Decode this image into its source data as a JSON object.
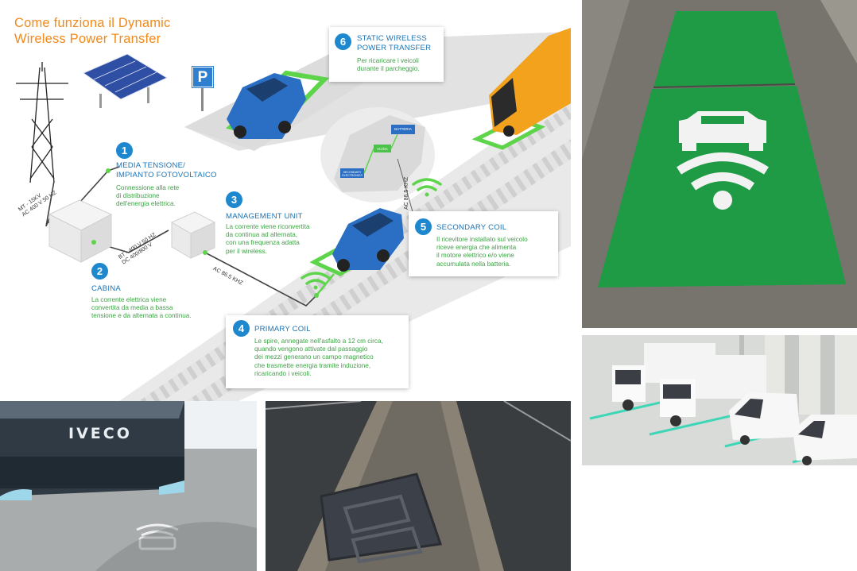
{
  "infographic": {
    "title_line1": "Come funziona il Dynamic",
    "title_line2": "Wireless Power Transfer",
    "parking_sign": "P",
    "colors": {
      "title": "#f08a1c",
      "step_circle": "#1e88cf",
      "step_title": "#1a73b5",
      "step_text": "#3ca344",
      "coil": "#5dd44a"
    },
    "steps": [
      {
        "num": "1",
        "title_line1": "MEDIA TENSIONE/",
        "title_line2": "IMPIANTO FOTOVOLTAICO",
        "desc": [
          "Connessione alla rete",
          "di distribuzione",
          "dell'energia elettrica."
        ]
      },
      {
        "num": "2",
        "title_line1": "CABINA",
        "desc": [
          "La corrente elettrica viene",
          "convertita da media a bassa",
          "tensione e da alternata a continua."
        ]
      },
      {
        "num": "3",
        "title_line1": "MANAGEMENT UNIT",
        "desc": [
          "La corrente viene riconvertita",
          "da continua ad alternata,",
          "con una frequenza adatta",
          "per il wireless."
        ]
      },
      {
        "num": "4",
        "title_line1": "PRIMARY COIL",
        "desc": [
          "Le spire, annegate nell'asfalto a 12 cm circa,",
          "quando vengono attivate dal passaggio",
          "dei mezzi generano un campo magnetico",
          "che trasmette energia tramite induzione,",
          "ricaricando i veicoli."
        ]
      },
      {
        "num": "5",
        "title_line1": "SECONDARY COIL",
        "desc": [
          "Il ricevitore installato sul veicolo",
          "riceve energia che alimenta",
          "il motore elettrico e/o viene",
          "accumulata nella batteria."
        ]
      },
      {
        "num": "6",
        "title_line1": "STATIC WIRELESS",
        "title_line2": "POWER TRANSFER",
        "desc": [
          "Per ricaricare i veicoli",
          "durante il parcheggio."
        ]
      }
    ],
    "wire_labels": {
      "mt_line1": "MT - 15KV",
      "mt_line2": "AC 400 V 50 HZ",
      "bt_line1": "BT - 400 V 50 HZ",
      "bt_line2": "DC 400/800 V",
      "ac_frequency": "AC 86.5 KHZ"
    },
    "car_cutaway_labels": {
      "battery": "BATTERIA",
      "unit": "AC/DC",
      "receiver": "SECONDARY ELECTRONICS"
    }
  },
  "photos": {
    "bus_brand": "IVECO",
    "colors": {
      "charging_pad": "#1f9a45",
      "road": "#6f6f6a",
      "led_strip": "#3fd6b8"
    }
  }
}
